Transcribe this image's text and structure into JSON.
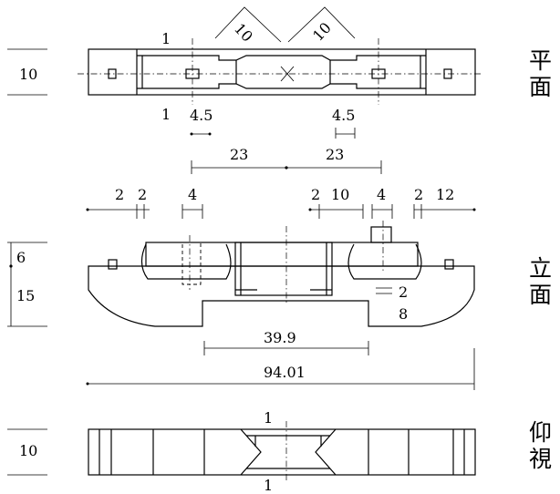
{
  "views": {
    "plan": {
      "label_line1": "平",
      "label_line2": "面",
      "width_dim": "10",
      "bevel_left": "10",
      "bevel_right": "10",
      "edge_top": "1",
      "edge_bottom": "1",
      "slot_left": "4.5",
      "slot_right": "4.5",
      "half_left": "23",
      "half_right": "23"
    },
    "elevation": {
      "label_line1": "立",
      "label_line2": "面",
      "top_dims": [
        "2",
        "2",
        "4",
        "2",
        "10",
        "4",
        "2",
        "12"
      ],
      "height_upper": "6",
      "height_lower": "15",
      "tenon_a": "2",
      "tenon_b": "8",
      "inner_length": "39.9",
      "overall_length": "94.01"
    },
    "bottom": {
      "label_line1": "仰",
      "label_line2": "視",
      "width_dim": "10",
      "notch_top": "1",
      "notch_bottom": "1"
    }
  }
}
